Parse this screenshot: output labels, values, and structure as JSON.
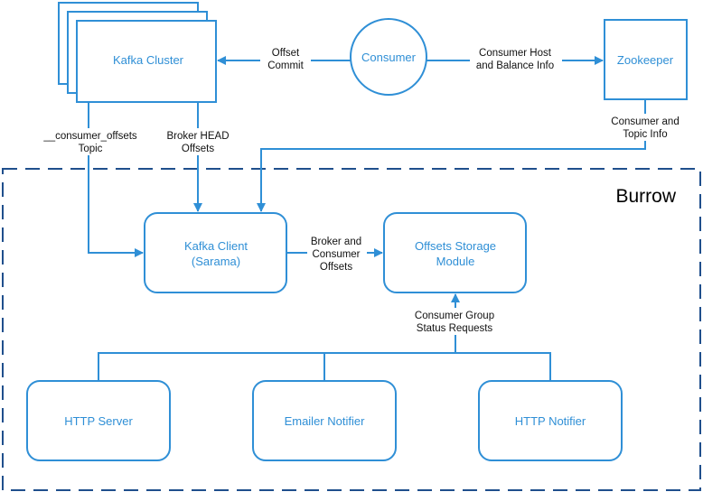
{
  "colors": {
    "node_stroke": "#2f8fd6",
    "node_text": "#2f8fd6",
    "boundary": "#1f4f8c",
    "label_text": "#111111"
  },
  "boundary": {
    "title": "Burrow"
  },
  "nodes": {
    "kafka_cluster": "Kafka Cluster",
    "consumer": "Consumer",
    "zookeeper": "Zookeeper",
    "kafka_client": [
      "Kafka Client",
      "(Sarama)"
    ],
    "offsets_storage": [
      "Offsets Storage",
      "Module"
    ],
    "http_server": "HTTP Server",
    "emailer_notifier": "Emailer Notifier",
    "http_notifier": "HTTP Notifier"
  },
  "edges": {
    "offset_commit": [
      "Offset",
      "Commit"
    ],
    "consumer_host": [
      "Consumer Host",
      "and Balance Info"
    ],
    "consumer_offsets_topic": [
      "__consumer_offsets",
      "Topic"
    ],
    "broker_head_offsets": [
      "Broker HEAD",
      "Offsets"
    ],
    "consumer_topic_info": [
      "Consumer and",
      "Topic Info"
    ],
    "broker_consumer_offsets": [
      "Broker and",
      "Consumer",
      "Offsets"
    ],
    "status_requests": [
      "Consumer Group",
      "Status Requests"
    ]
  }
}
